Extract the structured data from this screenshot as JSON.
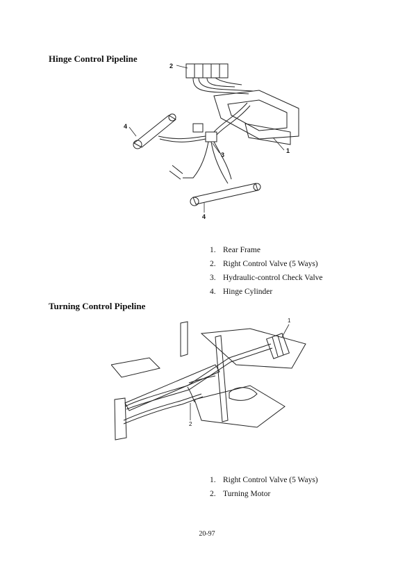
{
  "sections": [
    {
      "heading": "Hinge Control Pipeline",
      "figure_labels": [
        "1",
        "2",
        "3",
        "4",
        "4"
      ],
      "legend": [
        {
          "num": "1.",
          "text": "Rear Frame"
        },
        {
          "num": "2.",
          "text": "Right Control Valve (5 Ways)"
        },
        {
          "num": "3.",
          "text": "Hydraulic-control Check Valve"
        },
        {
          "num": "4.",
          "text": "Hinge Cylinder"
        }
      ]
    },
    {
      "heading": "Turning Control Pipeline",
      "figure_labels": [
        "1",
        "2"
      ],
      "legend": [
        {
          "num": "1.",
          "text": "Right Control Valve (5 Ways)"
        },
        {
          "num": "2.",
          "text": "Turning Motor"
        }
      ]
    }
  ],
  "page_number": "20-97"
}
